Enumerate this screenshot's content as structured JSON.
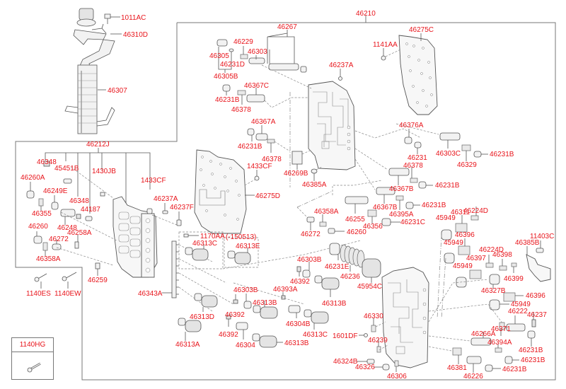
{
  "diagram": {
    "title": "Transmission valve body assembly - exploded parts diagram",
    "label_color": "#e8141b",
    "line_color": "#555555",
    "note_label": "(-150513)",
    "labels": {
      "p1011AC": "1011AC",
      "p46310D": "46310D",
      "p46307": "46307",
      "p46210": "46210",
      "p46267": "46267",
      "p46275C": "46275C",
      "p1141AA": "1141AA",
      "p46229": "46229",
      "p46305": "46305",
      "p46303": "46303",
      "p46231D": "46231D",
      "p46305B": "46305B",
      "p46237A_top": "46237A",
      "p46367C": "46367C",
      "p46231B_a": "46231B",
      "p46378_a": "46378",
      "p46367A": "46367A",
      "p46231B_b": "46231B",
      "p46378_b": "46378",
      "p1433CF_mid": "1433CF",
      "p46269B": "46269B",
      "p46385A": "46385A",
      "p46275D": "46275D",
      "p46376A": "46376A",
      "p46231": "46231",
      "p46303C": "46303C",
      "p46329": "46329",
      "p46231B_c": "46231B",
      "p46378_c": "46378",
      "p46367B_a": "46367B",
      "p46231B_d": "46231B",
      "p46367B_b": "46367B",
      "p46231B_e": "46231B",
      "p46395A": "46395A",
      "p46255": "46255",
      "p46356": "46356",
      "p46231C": "46231C",
      "p46224D_a": "46224D",
      "p46311": "46311",
      "p45949_a": "45949",
      "p46358A_mid": "46358A",
      "p46272_mid": "46272",
      "p46260_mid": "46260",
      "p46212J": "46212J",
      "p46348_a": "46348",
      "p45451B": "45451B",
      "p1430JB": "1430JB",
      "p1433CF_left": "1433CF",
      "p46260A": "46260A",
      "p46249E": "46249E",
      "p46355": "46355",
      "p46348_b": "46348",
      "p44187": "44187",
      "p46248": "46248",
      "p46260_left": "46260",
      "p46258A": "46258A",
      "p46272_left": "46272",
      "p46358A_left": "46358A",
      "p46237A_left": "46237A",
      "p46237F": "46237F",
      "p1170AA": "1170AA",
      "p46313C_a": "46313C",
      "p46313E": "46313E",
      "p46259": "46259",
      "p1140ES": "1140ES",
      "p1140EW": "1140EW",
      "p46343A": "46343A",
      "p46303B_a": "46303B",
      "p46392_a": "46392",
      "p46313B_a": "46313B",
      "p46313D": "46313D",
      "p46392_b": "46392",
      "p46304": "46304",
      "p46313B_b": "46313B",
      "p46313A": "46313A",
      "p46303B_b": "46303B",
      "p46392_c": "46392",
      "p46393A": "46393A",
      "p46313B_c": "46313B",
      "p46304B": "46304B",
      "p46313C_b": "46313C",
      "p46231E": "46231E",
      "p46236": "46236",
      "p45954C": "45954C",
      "p46330": "46330",
      "p1601DF": "1601DF",
      "p46239": "46239",
      "p46324B": "46324B",
      "p46326": "46326",
      "p46306": "46306",
      "p46396_a": "46396",
      "p45949_b": "45949",
      "p46224D_b": "46224D",
      "p46397": "46397",
      "p46398": "46398",
      "p45949_c": "45949",
      "p46399": "46399",
      "p46327B": "46327B",
      "p46385B": "46385B",
      "p11403C": "11403C",
      "p46396_b": "46396",
      "p45949_d": "45949",
      "p46222": "46222",
      "p46237": "46237",
      "p46371": "46371",
      "p46266A": "46266A",
      "p46394A": "46394A",
      "p46231B_f": "46231B",
      "p46231B_g": "46231B",
      "p46381": "46381",
      "p46226": "46226",
      "p46231B_h": "46231B"
    }
  },
  "legend": {
    "title": "1140HG",
    "icon": "bolt-icon"
  }
}
